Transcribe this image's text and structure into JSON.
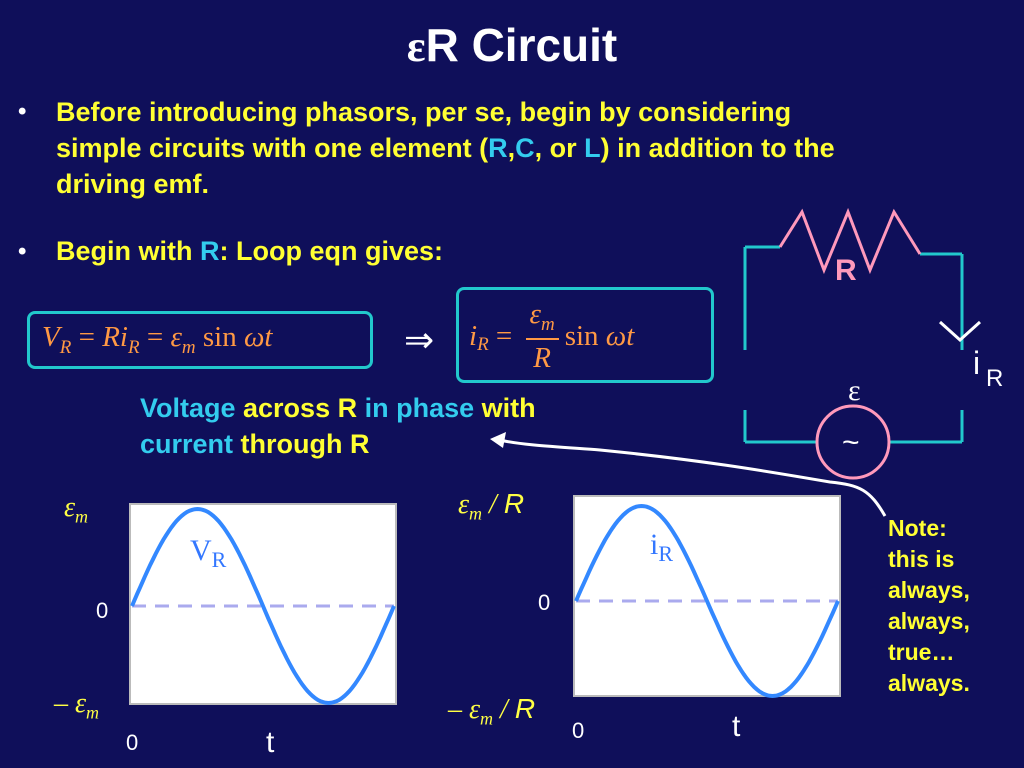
{
  "title": {
    "symbol": "ε",
    "text": "R Circuit"
  },
  "bullets": [
    {
      "marker": "•",
      "line1": "Before introducing phasors, per se, begin by considering",
      "line2_a": "simple circuits with one element (",
      "line2_r": "R",
      "line2_comma": ",",
      "line2_c": "C",
      "line2_or": ", or ",
      "line2_l": "L",
      "line2_b": ") in addition to the",
      "line3": "driving emf."
    },
    {
      "marker": "•",
      "text_a": "Begin with ",
      "text_r": "R",
      "text_b": ":  Loop eqn gives:"
    }
  ],
  "equations": {
    "eq1": {
      "v": "V",
      "v_sub": "R",
      "eq_a": " = ",
      "r": "Ri",
      "i_sub": "R",
      "eq_b": " = ",
      "eps": "ε",
      "eps_sub": "m",
      "sin": " sin ",
      "wt": "ωt"
    },
    "implies": "⇒",
    "eq2": {
      "i": "i",
      "i_sub": "R",
      "eq": " = ",
      "num": "ε",
      "num_sub": "m",
      "den": "R",
      "sin": "sin ",
      "wt": "ωt"
    }
  },
  "phase_text": {
    "w1": "Voltage",
    "w2": " across R ",
    "w3": "in phase",
    "w4": " with",
    "w5": "current",
    "w6": " through R"
  },
  "circuit": {
    "resistor_label": "R",
    "current_i": "i",
    "current_sub": "R",
    "source_eps": "ε",
    "source_tilde": "~"
  },
  "note": {
    "l1": "Note:",
    "l2": "this is",
    "l3": "always,",
    "l4": "always,",
    "l5": "true…",
    "l6": "always."
  },
  "plots": {
    "left": {
      "ymax": {
        "eps": "ε",
        "sub": "m"
      },
      "ymin": {
        "minus": "– ",
        "eps": "ε",
        "sub": "m"
      },
      "zero_y": "0",
      "zero_x": "0",
      "xlabel": "t",
      "trace": {
        "name": "V",
        "sub": "R"
      }
    },
    "right": {
      "ymax": {
        "eps": "ε",
        "sub": "m",
        "slash": " / ",
        "r": "R"
      },
      "ymin": {
        "minus": "– ",
        "eps": "ε",
        "sub": "m",
        "slash": " / ",
        "r": "R"
      },
      "zero_y": "0",
      "zero_x": "0",
      "xlabel": "t",
      "trace": {
        "name": "i",
        "sub": "R"
      }
    }
  },
  "colors": {
    "background": "#0f0f5a",
    "bullet_text": "#ffff33",
    "highlight": "#33ccee",
    "equation": "#ff9944",
    "box_border": "#22c8cc",
    "trace": "#3388ff",
    "circuit_wire": "#22c8cc",
    "resistor": "#ff99bb"
  }
}
